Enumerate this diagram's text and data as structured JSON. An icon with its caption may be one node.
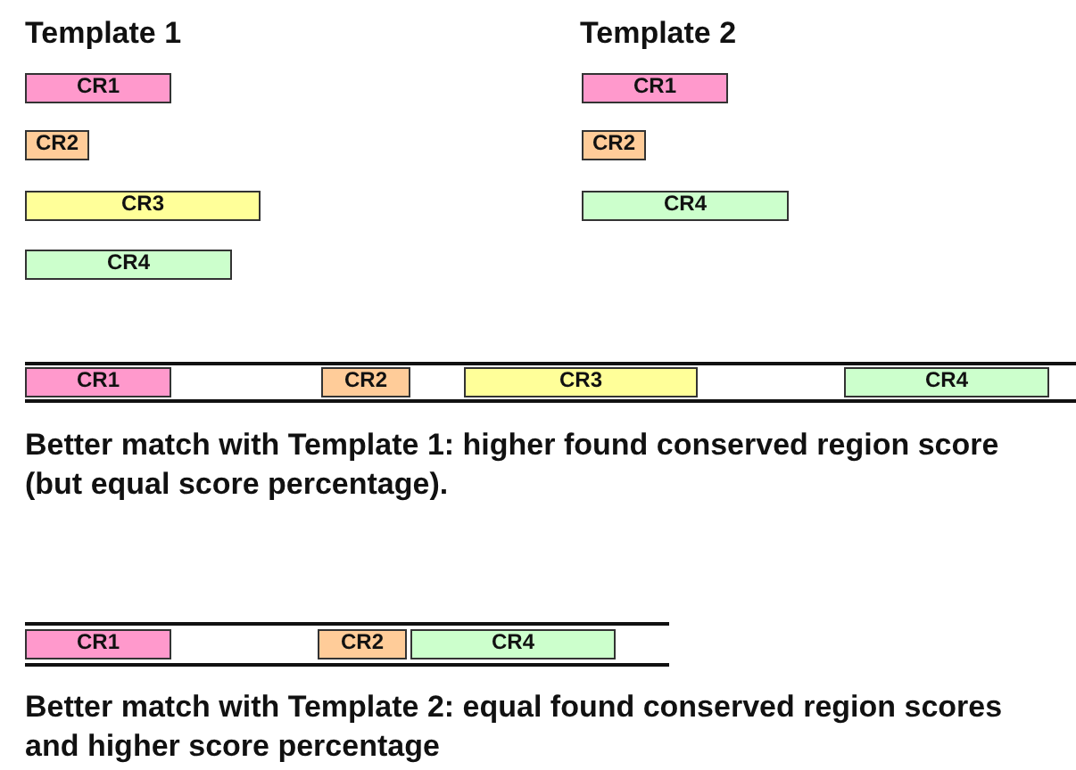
{
  "diagram": {
    "nodes": [
      {
        "text": [
          "CR1"
        ]
      },
      {
        "text": [
          "CR2"
        ]
      },
      {
        "text": [
          "CR3"
        ]
      },
      {
        "text": [
          "CR4"
        ]
      },
      {
        "text": [
          "CR1"
        ]
      },
      {
        "text": [
          "CR2"
        ]
      },
      {
        "text": [
          "CR4"
        ]
      },
      {
        "text": [
          "CR1"
        ]
      },
      {
        "text": [
          "CR2"
        ]
      },
      {
        "text": [
          "CR3"
        ]
      },
      {
        "text": [
          "CR4"
        ]
      },
      {
        "text": [
          "CR1"
        ]
      },
      {
        "text": [
          "CR2"
        ]
      },
      {
        "text": [
          "CR4"
        ]
      }
    ],
    "labels": [
      "Template 1",
      "Template 2",
      "Better match with Template 1: higher found conserved region score (but equal score percentage).",
      "Better match with Template 2: equal found conserved region scores and higher score percentage"
    ]
  }
}
